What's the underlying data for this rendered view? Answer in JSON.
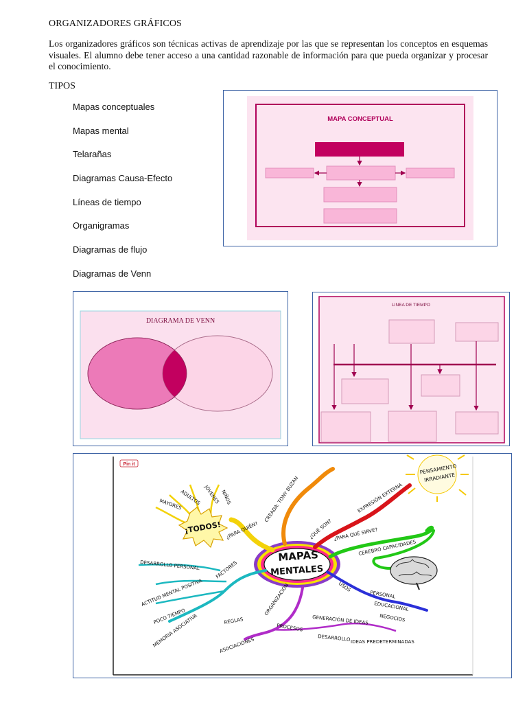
{
  "document": {
    "title": "ORGANIZADORES GRÁFICOS",
    "intro": "Los organizadores gráficos son técnicas activas de aprendizaje por las que se representan los conceptos en esquemas visuales. El alumno debe tener acceso a una cantidad razonable de información para que pueda organizar y procesar el conocimiento.",
    "types_heading": "TIPOS",
    "types": [
      "Mapas conceptuales",
      "Mapas mental",
      "Telarañas",
      "Diagramas Causa-Efecto",
      "Líneas de tiempo",
      "Organigramas",
      "Diagramas de flujo",
      "Diagramas de Venn"
    ]
  },
  "figures": {
    "concept_map": {
      "title": "MAPA CONCEPTUAL"
    },
    "venn": {
      "title": "DIAGRAMA DE VENN"
    },
    "timeline": {
      "title": "LINEA DE TIEMPO"
    },
    "mind_map": {
      "pinit": "Pin it",
      "center_top": "MAPAS",
      "center_bottom": "MENTALES",
      "sun_top": "PENSAMIENTO",
      "sun_bottom": "IRRADIANTE",
      "todos": "¡TODOS!",
      "labels": {
        "ninos": "NIÑOS",
        "jovenes": "JÓVENES",
        "adultos": "ADULTOS",
        "mayores": "MAYORES",
        "para_quien": "¿PARA QUIÉN?",
        "crear": "CREADA: TONY BUZAN",
        "que_son": "¿QUÉ SON?",
        "expresion": "EXPRESIÓN EXTERNA",
        "para_que": "¿PARA QUÉ SIRVE?",
        "cerebro": "CEREBRO CAPACIDADES",
        "factores": "FACTORES",
        "desarrollo": "DESARROLLO PERSONAL",
        "actitud": "ACTITUD MENTAL POSITIVA",
        "poco_tiempo": "POCO TIEMPO",
        "memoria": "MEMORIA ASOCIATIVA",
        "usos": "USOS",
        "personal": "PERSONAL",
        "educacional": "EDUCACIONAL",
        "negocios": "NEGOCIOS",
        "organizacion": "ORGANIZACIÓN",
        "reglas": "REGLAS",
        "asociaciones": "ASOCIACIONES",
        "procesos": "PROCESOS",
        "generacion": "GENERACIÓN DE IDEAS",
        "desarrollo_ideas": "DESARROLLO",
        "ideas_pred": "IDEAS PREDETERMINADAS"
      }
    }
  },
  "colors": {
    "accent": "#c2005f",
    "pink_light": "#f9b6d8",
    "pink_bg": "#fce4f0",
    "frame_border": "#3d63a5"
  }
}
